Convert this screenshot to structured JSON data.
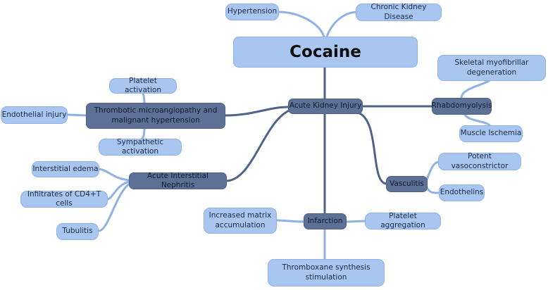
{
  "root": "Cocaine",
  "nodes": {
    "hypertension": "Hypertension",
    "ckd": "Chronic Kidney Disease",
    "aki": "Acute Kidney Injury",
    "tma": "Thrombotic microangiopathy and malignant hypertension",
    "platelet_activation": "Platelet activation",
    "endothelial_injury": "Endothelial injury",
    "sympathetic_activation": "Sympathetic activation",
    "ain": "Acute Interstitial Nephritis",
    "interstitial_edema": "Interstitial edema",
    "cd4": "Infiltrates of CD4+T cells",
    "tubulitis": "Tubulitis",
    "rhabdo": "Rhabdomyolysis",
    "skeletal": "Skeletal myofibrillar degeneration",
    "muscle_ischemia": "Muscle Ischemia",
    "vasculitis": "Vasculitis",
    "vasoconstrictor": "Potent vasoconstrictor",
    "endothelins": "Endothelins",
    "infarction": "Infarction",
    "matrix": "Increased matrix accumulation",
    "platelet_aggregation": "Platelet aggregation",
    "thromboxane": "Thromboxane synthesis stimulation"
  },
  "colors": {
    "light_node": "#a9c6f0",
    "dark_node": "#5d7196",
    "connector": "#4f6389"
  }
}
